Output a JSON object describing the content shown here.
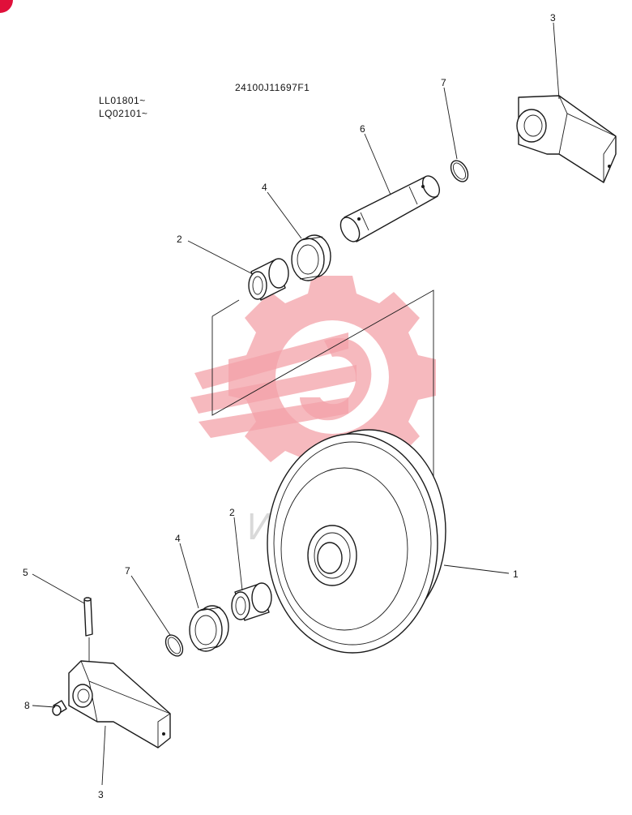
{
  "part_number": "24100J11697F1",
  "serial_ranges": [
    "LL01801~",
    "LQ02101~"
  ],
  "watermark_text": "ИНТЕХ",
  "callouts": {
    "idler": "1",
    "bushing_upper": "2",
    "bushing_lower": "2",
    "seal_upper": "4",
    "seal_lower": "4",
    "pin": "5",
    "shaft": "6",
    "ring_upper": "7",
    "ring_lower": "7",
    "plug": "8",
    "support_upper": "3",
    "support_lower": "3"
  },
  "colors": {
    "ink": "#1a1a1a",
    "watermark": "#f3a2a8",
    "corner_marker": "#e0103a"
  }
}
